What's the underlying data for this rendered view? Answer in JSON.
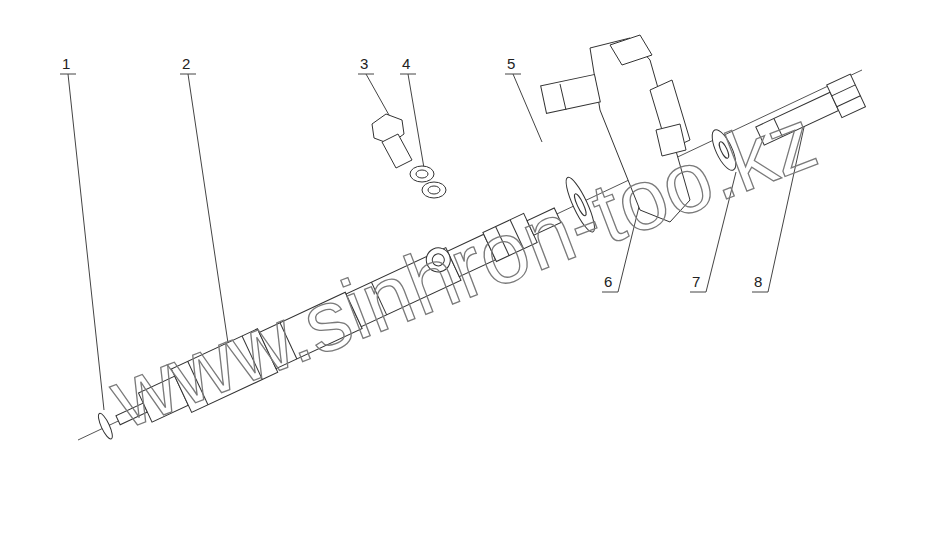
{
  "diagram": {
    "labels": [
      "1",
      "2",
      "3",
      "4",
      "5",
      "6",
      "7",
      "8",
      "www.sinhron-too.kz"
    ]
  }
}
